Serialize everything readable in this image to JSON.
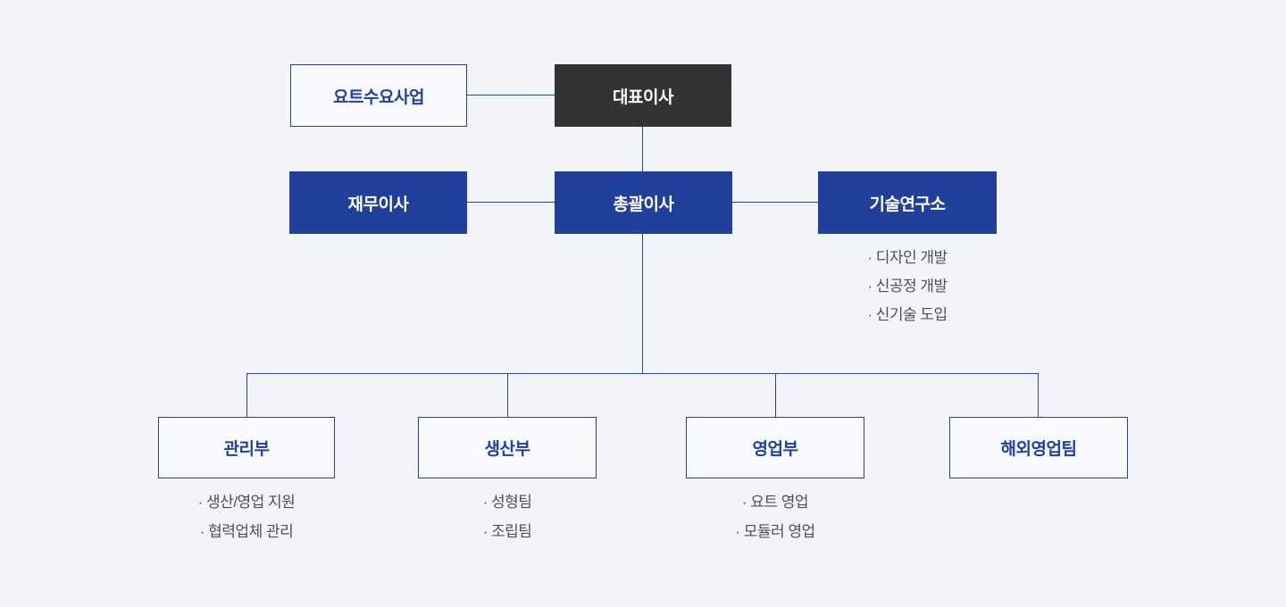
{
  "colors": {
    "background": "#F2F4F9",
    "primary_blue_fill": "#21409C",
    "dark_box_fill": "#333333",
    "connector_line": "#2C4880",
    "outline_box_border": "#2B4189",
    "outline_box_text": "#21409C",
    "sub_item_text": "#4F5057"
  },
  "org_chart": {
    "nodes": {
      "yacht_demand": {
        "label": "요트수요사업"
      },
      "ceo": {
        "label": "대표이사"
      },
      "cfo": {
        "label": "재무이사"
      },
      "coo": {
        "label": "총괄이사"
      },
      "rnd": {
        "label": "기술연구소",
        "items": [
          "· 디자인 개발",
          "· 신공정 개발",
          "· 신기술 도입"
        ]
      },
      "mgmt": {
        "label": "관리부",
        "items": [
          "· 생산/영업 지원",
          "· 협력업체 관리"
        ]
      },
      "prod": {
        "label": "생산부",
        "items": [
          "· 성형팀",
          "· 조립팀"
        ]
      },
      "sales": {
        "label": "영업부",
        "items": [
          "· 요트 영업",
          "· 모듈러 영업"
        ]
      },
      "overseas": {
        "label": "해외영업팀"
      }
    }
  }
}
